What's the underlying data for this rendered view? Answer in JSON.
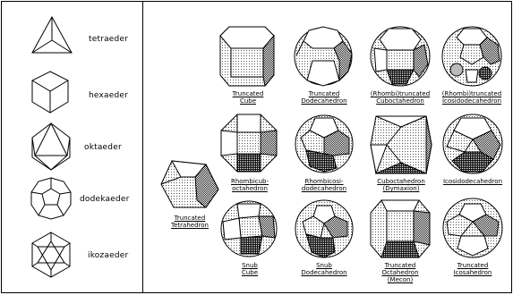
{
  "platonic": [
    {
      "id": "tetra",
      "label": "tetraeder"
    },
    {
      "id": "hexa",
      "label": "hexaeder"
    },
    {
      "id": "okta",
      "label": "oktaeder"
    },
    {
      "id": "dode",
      "label": "dodekaeder"
    },
    {
      "id": "ikosa",
      "label": "ikozaeder"
    }
  ],
  "archimedean": [
    {
      "id": "truncated-tetrahedron",
      "lines": [
        "Truncated",
        "Tetrahedron"
      ]
    },
    {
      "id": "truncated-cube",
      "lines": [
        "Truncated",
        "Cube"
      ]
    },
    {
      "id": "truncated-dodecahedron",
      "lines": [
        "Truncated",
        "Dodecahedron"
      ]
    },
    {
      "id": "rhombi-truncated-cuboctahedron",
      "lines": [
        "(Rhombi)truncated",
        "Cuboctahedron"
      ]
    },
    {
      "id": "rhombi-truncated-icosidodecahedron",
      "lines": [
        "(Rhombi)truncated",
        "Icosidodecahedron"
      ]
    },
    {
      "id": "rhombicuboctahedron",
      "lines": [
        "Rhombicub-",
        "octahedron"
      ]
    },
    {
      "id": "rhombicosidodecahedron",
      "lines": [
        "Rhombicosi-",
        "dodecahedron"
      ]
    },
    {
      "id": "cuboctahedron",
      "lines": [
        "Cuboctahedron",
        "(Dymaxion)"
      ]
    },
    {
      "id": "icosidodecahedron",
      "lines": [
        "Icosidodecahedron"
      ]
    },
    {
      "id": "snub-cube",
      "lines": [
        "Snub",
        "Cube"
      ]
    },
    {
      "id": "snub-dodecahedron",
      "lines": [
        "Snub",
        "Dodecahedron"
      ]
    },
    {
      "id": "truncated-octahedron",
      "lines": [
        "Truncated",
        "Octahedron",
        "(Mecon)"
      ]
    },
    {
      "id": "truncated-icosahedron",
      "lines": [
        "Truncated",
        "Icosahedron"
      ]
    }
  ],
  "colors": {
    "ink": "#000000",
    "paper": "#ffffff",
    "stipple": "#9a9a9a",
    "dark": "#404040"
  }
}
